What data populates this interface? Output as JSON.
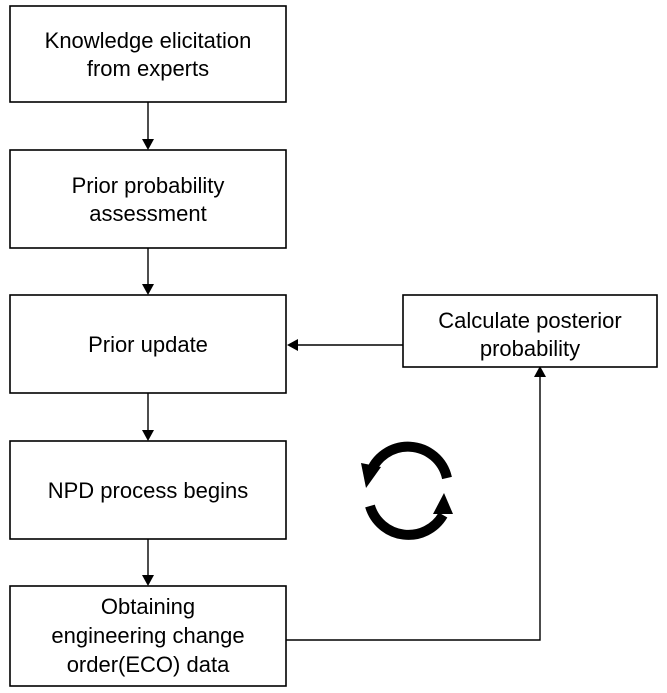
{
  "diagram": {
    "boxes": {
      "knowledge": {
        "line1": "Knowledge elicitation",
        "line2": "from experts"
      },
      "prior_assessment": {
        "line1": "Prior probability",
        "line2": "assessment"
      },
      "prior_update": {
        "line1": "Prior update"
      },
      "npd": {
        "line1": "NPD process begins"
      },
      "eco": {
        "line1": "Obtaining",
        "line2": "engineering change",
        "line3": "order(ECO) data"
      },
      "posterior": {
        "line1": "Calculate posterior",
        "line2": "probability"
      }
    },
    "icons": {
      "cycle": "refresh-cycle-icon"
    },
    "colors": {
      "stroke": "#000000",
      "fill": "#ffffff"
    }
  }
}
